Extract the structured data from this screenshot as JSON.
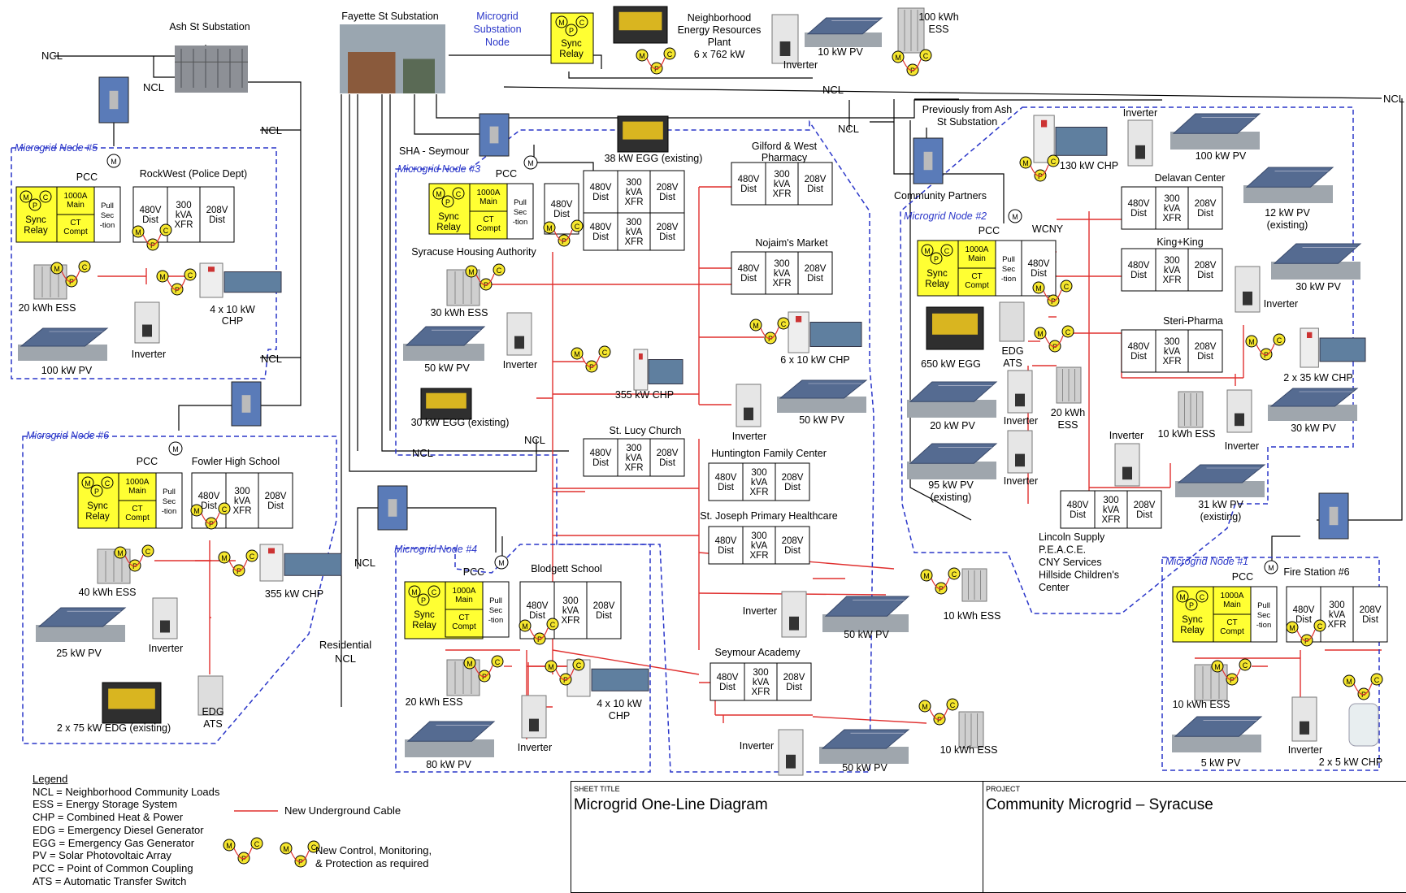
{
  "colors": {
    "cable": "#e0302f",
    "node_border": "#2a36c9",
    "node_label": "#2a36c9",
    "sync": "#ffff33",
    "device": "#f5e62e",
    "wire": "#000000"
  },
  "substations": {
    "ash": "Ash St Substation",
    "fayette": "Fayette St Substation",
    "node_label": [
      "Microgrid",
      "Substation",
      "Node"
    ],
    "previously": [
      "Previously from Ash",
      "St Substation"
    ],
    "community_partners": "Community Partners"
  },
  "plant": {
    "nerp": [
      "Neighborhood",
      "Energy Resources",
      "Plant",
      "6 x 762 kW"
    ],
    "pv": "10 kW PV",
    "inverter": "Inverter",
    "ess": [
      "100 kWh",
      "ESS"
    ]
  },
  "ncl": "NCL",
  "residential": [
    "Residential",
    "NCL"
  ],
  "common": {
    "pcc": "PCC",
    "sync_relay": [
      "Sync",
      "Relay"
    ],
    "main": [
      "1000A",
      "Main"
    ],
    "ct": [
      "CT",
      "Compt"
    ],
    "pull": [
      "Pull",
      "Sec",
      "-tion"
    ],
    "dist480": [
      "480V",
      "Dist"
    ],
    "xfr300": [
      "300",
      "kVA",
      "XFR"
    ],
    "dist208": [
      "208V",
      "Dist"
    ],
    "inverter": "Inverter",
    "M": "M",
    "P": "P",
    "C": "C"
  },
  "nodes": {
    "n5": {
      "title": "Microgrid Node #5",
      "site": "RockWest (Police Dept)",
      "ess": "20 kWh ESS",
      "chp": [
        "4 x 10 kW",
        "CHP"
      ],
      "pv": "100 kW PV"
    },
    "n6": {
      "title": "Microgrid Node #6",
      "site": "Fowler High School",
      "ess": "40 kWh ESS",
      "chp": "355 kW CHP",
      "pv": "25 kW PV",
      "edg": "2 x 75 kW EDG (existing)",
      "ats": [
        "EDG",
        "ATS"
      ]
    },
    "n3": {
      "title": "Microgrid Node #3",
      "site": "SHA - Seymour",
      "site2": "Syracuse Housing Authority",
      "egg38": "38 kW EGG (existing)",
      "ess": "30 kWh ESS",
      "pv": "50 kW PV",
      "chp": "355 kW CHP",
      "egg30": "30 kW EGG (existing)"
    },
    "n4": {
      "title": "Microgrid Node #4",
      "site": "Blodgett School",
      "ess": "20 kWh ESS",
      "chp": [
        "4 x 10 kW",
        "CHP"
      ],
      "pv": "80 kW PV"
    },
    "n2": {
      "title": "Microgrid Node #2",
      "site": "WCNY",
      "chp": "130 kW CHP",
      "pv": "100 kW PV",
      "egg": "650 kW EGG",
      "ats": [
        "EDG",
        "ATS"
      ],
      "pv20": "20 kW PV",
      "ess": [
        "20 kWh",
        "ESS"
      ],
      "pv95": [
        "95 kW PV",
        "(existing)"
      ],
      "delavan": "Delavan Center",
      "pv12": [
        "12 kW PV",
        "(existing)"
      ],
      "kingking": "King+King",
      "pv30a": "30 kW PV",
      "steri": "Steri-Pharma",
      "chp2": "2 x 35 kW CHP",
      "ess10": "10 kWh ESS",
      "pv30b": "30 kW PV",
      "pv31": [
        "31 kW PV",
        "(existing)"
      ],
      "lincoln": [
        "Lincoln Supply",
        "P.E.A.C.E.",
        "CNY Services",
        "Hillside Children's",
        "Center"
      ]
    },
    "n1": {
      "title": "Microgrid Node #1",
      "site": "Fire Station #6",
      "ess": "10 kWh ESS",
      "pv": "5 kW PV",
      "chp": "2 x 5 kW CHP"
    },
    "mid": {
      "gilford": [
        "Gilford & West",
        "Pharmacy"
      ],
      "nojaim": "Nojaim's Market",
      "chp6": "6 x 10 kW CHP",
      "pv50": "50 kW PV",
      "stlucy": "St. Lucy Church",
      "huntington": "Huntington Family Center",
      "stjoseph": "St. Joseph Primary Healthcare",
      "ess10": "10 kWh ESS",
      "pv50b": "50 kW PV",
      "seymour": "Seymour Academy",
      "ess10b": "10 kWh ESS",
      "pv50c": "50 kW PV"
    }
  },
  "legend": {
    "title": "Legend",
    "items": [
      "NCL = Neighborhood Community Loads",
      "ESS = Energy Storage System",
      "CHP = Combined Heat & Power",
      "EDG = Emergency Diesel Generator",
      "EGG = Emergency Gas Generator",
      "PV = Solar Photovoltaic Array",
      "PCC = Point of Common Coupling",
      "ATS = Automatic Transfer Switch"
    ],
    "cable": "New Underground Cable",
    "control": [
      "New Control, Monitoring,",
      "& Protection as required"
    ]
  },
  "title_block": {
    "sheet_label": "SHEET TITLE",
    "sheet": "Microgrid One-Line Diagram",
    "project_label": "PROJECT",
    "project": "Community Microgrid – Syracuse"
  }
}
